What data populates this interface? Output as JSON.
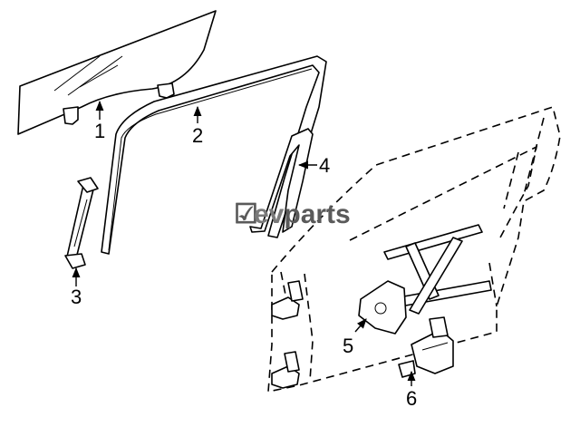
{
  "callouts": [
    "1",
    "2",
    "3",
    "4",
    "5",
    "6"
  ],
  "watermark": {
    "prefix": "ev",
    "suffix": "parts",
    "mark": "☑"
  },
  "colors": {
    "line": "#000000",
    "background": "#ffffff",
    "watermark": "#6e6e6e"
  }
}
